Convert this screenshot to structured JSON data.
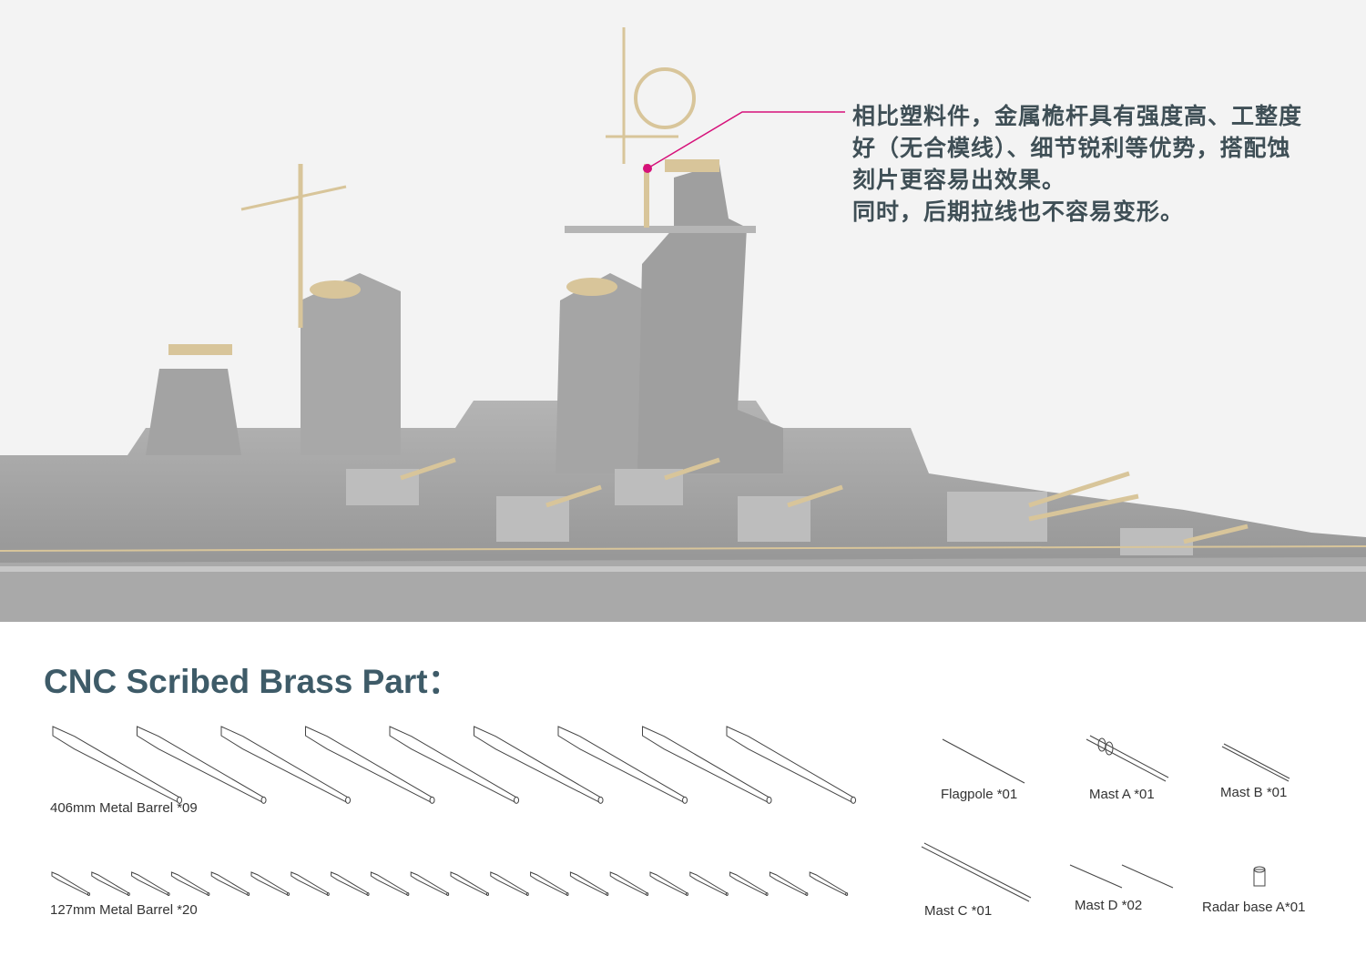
{
  "callout": {
    "lines": [
      "相比塑料件，金属桅杆具有强度高、工整度",
      "好（无合模线）、细节锐利等优势，搭配蚀",
      "刻片更容易出效果。",
      "同时，后期拉线也不容易变形。"
    ],
    "marker_color": "#d6117a"
  },
  "section_title": "CNC Scribed Brass Part：",
  "parts": {
    "barrel_406": {
      "label": "406mm Metal Barrel *09",
      "count": 9
    },
    "barrel_127": {
      "label": "127mm Metal Barrel *20",
      "count": 20
    },
    "flagpole": {
      "label": "Flagpole *01"
    },
    "mast_a": {
      "label": "Mast A *01"
    },
    "mast_b": {
      "label": "Mast B *01"
    },
    "mast_c": {
      "label": "Mast C *01"
    },
    "mast_d": {
      "label": "Mast D *02"
    },
    "radar_base_a": {
      "label": "Radar base A*01"
    }
  },
  "colors": {
    "hull": "#a7a7a7",
    "brass": "#d8c59a",
    "title": "#3e5b68"
  }
}
